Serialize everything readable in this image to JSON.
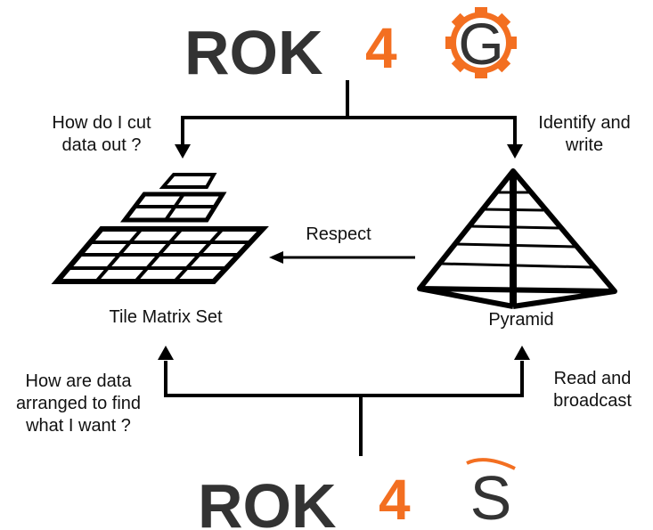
{
  "logo_top": {
    "word": "ROK",
    "number": "4",
    "letter": "G"
  },
  "logo_bottom": {
    "word": "ROK",
    "number": "4",
    "letter": "S"
  },
  "nodes": {
    "tile_matrix_set": "Tile Matrix Set",
    "pyramid": "Pyramid"
  },
  "edges": {
    "cut_question": "How do I cut\ndata out ?",
    "identify_write": "Identify and\nwrite",
    "respect": "Respect",
    "arranged_question": "How are data\narranged to find\nwhat I want ?",
    "read_broadcast": "Read and\nbroadcast"
  },
  "colors": {
    "logo_text": "#333333",
    "accent": "#f36f21",
    "line": "#000000"
  }
}
